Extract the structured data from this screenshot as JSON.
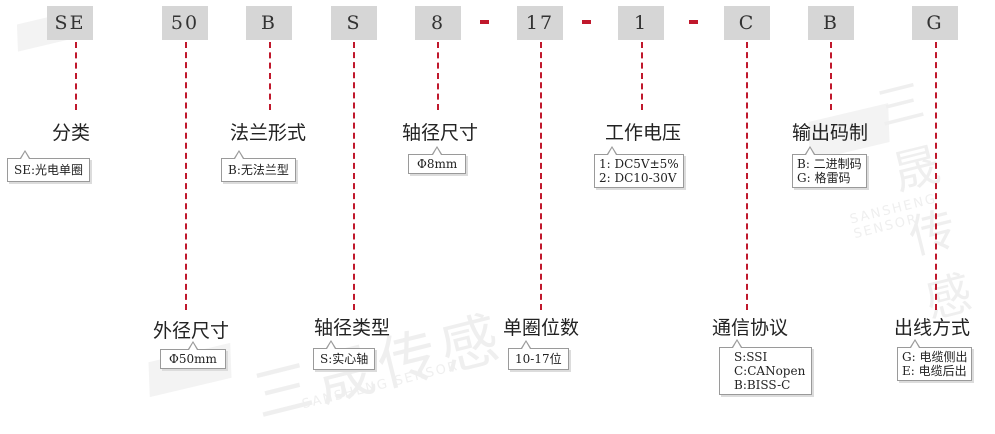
{
  "code_segments": [
    "SE",
    "50",
    "B",
    "S",
    "8",
    "17",
    "1",
    "C",
    "B",
    "G"
  ],
  "separator": "-",
  "fields": {
    "classification": {
      "title": "分类",
      "options": [
        "SE:光电单圈"
      ]
    },
    "flange_form": {
      "title": "法兰形式",
      "options": [
        "B:无法兰型"
      ]
    },
    "shaft_diameter": {
      "title": "轴径尺寸",
      "options": [
        "Φ8mm"
      ]
    },
    "working_voltage": {
      "title": "工作电压",
      "options": [
        "1: DC5V±5%",
        "2: DC10-30V"
      ]
    },
    "output_code": {
      "title": "输出码制",
      "options": [
        "B: 二进制码",
        "G: 格雷码"
      ]
    },
    "outer_diameter": {
      "title": "外径尺寸",
      "options": [
        "Φ50mm"
      ]
    },
    "shaft_type": {
      "title": "轴径类型",
      "options": [
        "S:实心轴"
      ]
    },
    "single_turn_bits": {
      "title": "单圈位数",
      "options": [
        "10-17位"
      ]
    },
    "protocol": {
      "title": "通信协议",
      "options": [
        "S:SSI",
        "C:CANopen",
        "B:BISS-C"
      ]
    },
    "outlet_mode": {
      "title": "出线方式",
      "options": [
        "G: 电缆侧出",
        "E: 电缆后出"
      ]
    }
  },
  "watermark": {
    "brand_cn": "三晟传感",
    "brand_en": "SANSHENG SENSOR"
  },
  "colors": {
    "accent": "#c0182c",
    "box_fill": "#d6d6d6",
    "callout_border": "#9a9a9a"
  }
}
